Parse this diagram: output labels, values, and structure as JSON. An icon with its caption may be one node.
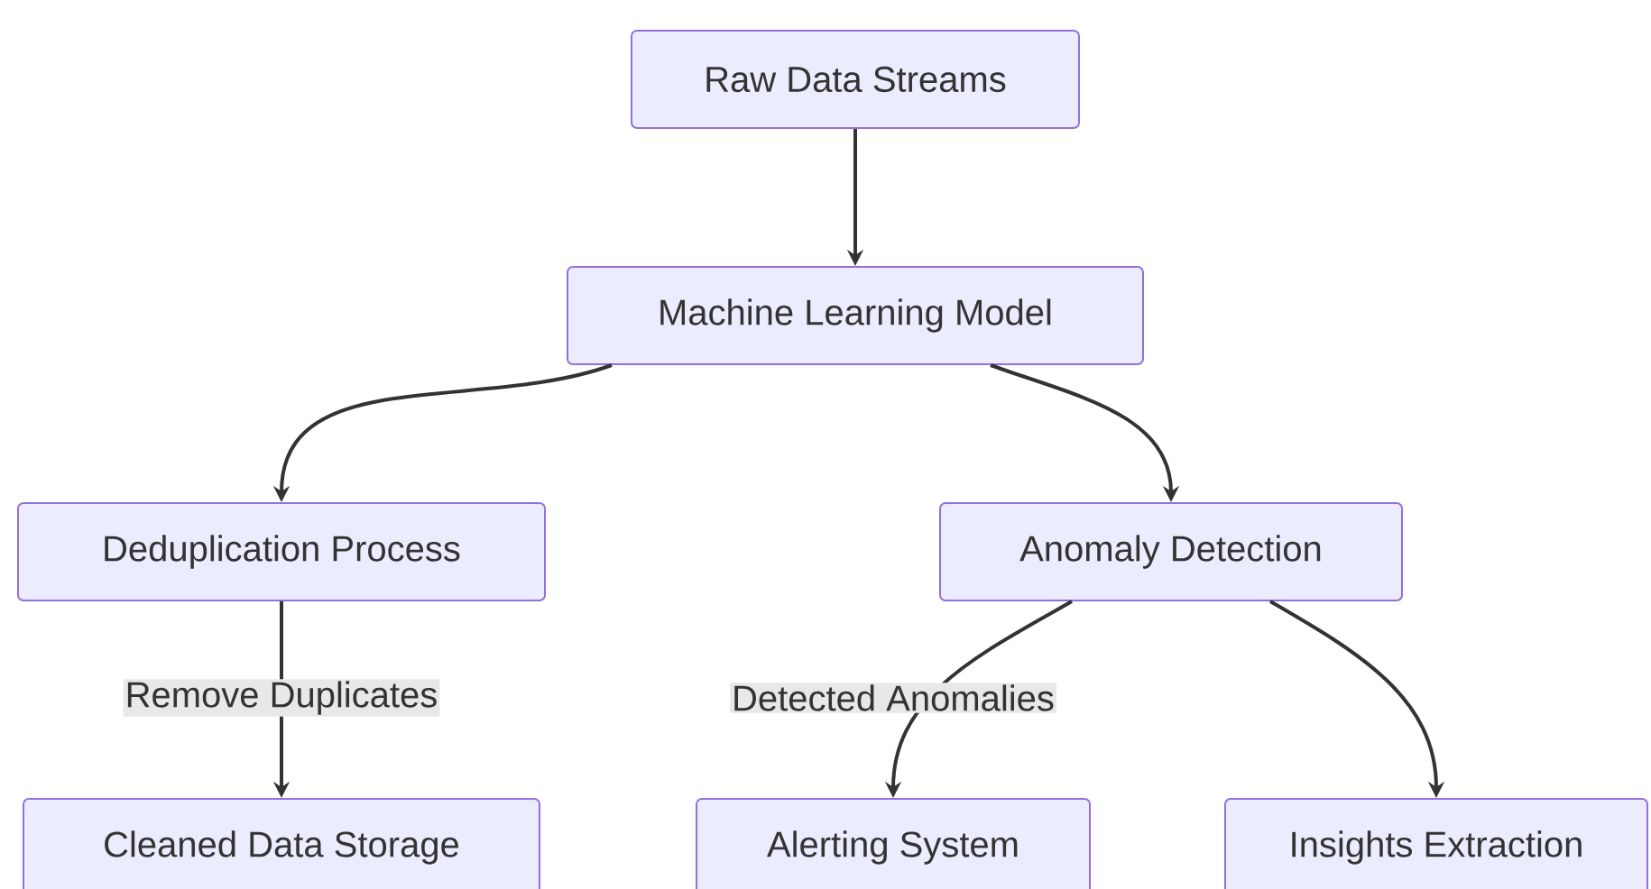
{
  "diagram": {
    "nodes": [
      {
        "text": [
          "Raw Data Streams"
        ]
      },
      {
        "text": [
          "Machine Learning Model"
        ]
      },
      {
        "text": [
          "Deduplication Process"
        ]
      },
      {
        "text": [
          "Anomaly Detection"
        ]
      },
      {
        "text": [
          "Cleaned Data Storage"
        ]
      },
      {
        "text": [
          "Alerting System"
        ]
      },
      {
        "text": [
          "Insights Extraction"
        ]
      }
    ],
    "edges": [
      {
        "from": 0,
        "to": 1,
        "arrow": "to"
      },
      {
        "from": 1,
        "to": 2,
        "arrow": "to"
      },
      {
        "from": 1,
        "to": 3,
        "arrow": "to"
      },
      {
        "from": 2,
        "to": 4,
        "arrow": "to",
        "label": "Remove Duplicates"
      },
      {
        "from": 3,
        "to": 5,
        "arrow": "to",
        "label": "Detected Anomalies"
      },
      {
        "from": 3,
        "to": 6,
        "arrow": "to"
      }
    ]
  }
}
